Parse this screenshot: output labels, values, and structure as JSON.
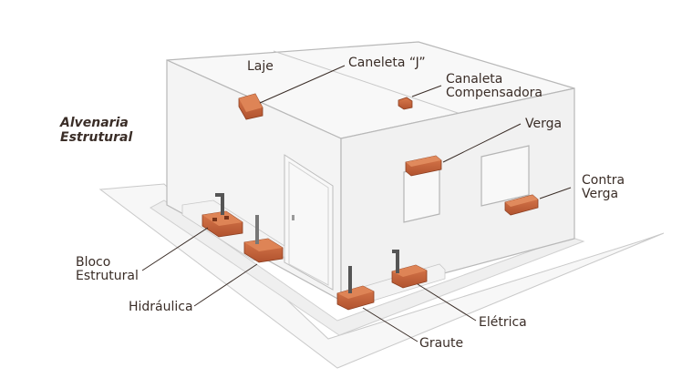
{
  "title": {
    "line1": "Alvenaria",
    "line2": "Estrutural"
  },
  "labels": {
    "laje": "Laje",
    "caneleta_j": "Caneleta “J”",
    "caneleta_comp_1": "Canaleta",
    "caneleta_comp_2": "Compensadora",
    "verga": "Verga",
    "contra_verga_1": "Contra",
    "contra_verga_2": "Verga",
    "bloco_1": "Bloco",
    "bloco_2": "Estrutural",
    "hidraulica": "Hidráulica",
    "eletrica": "Elétrica",
    "graute": "Graute"
  },
  "colors": {
    "ink": "#3a2d27",
    "brick": "#c8663d",
    "brick_dark": "#9a4626",
    "wall_light": "#f6f5f5",
    "wall_shadow": "#eeeded",
    "outline": "#bdbdbd"
  }
}
